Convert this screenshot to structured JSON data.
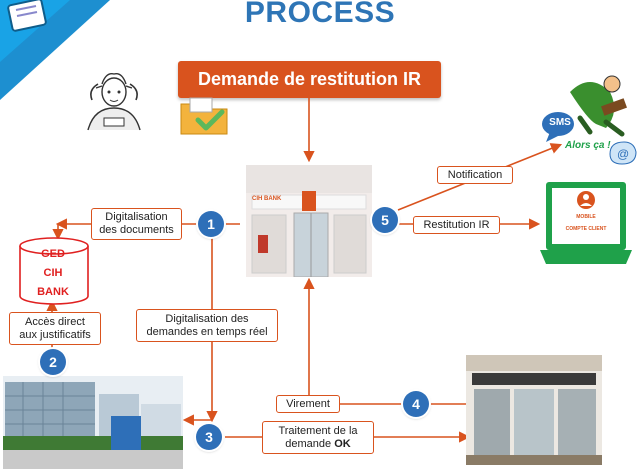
{
  "title": "PROCESS",
  "banner": "Demande de restitution IR",
  "steps": [
    "1",
    "2",
    "3",
    "4",
    "5"
  ],
  "labels": {
    "digitalisation_docs": [
      "Digitalisation",
      "des documents"
    ],
    "acces_direct": [
      "Accès direct",
      "aux justificatifs"
    ],
    "digitalisation_demandes": [
      "Digitalisation des",
      "demandes en temps réel"
    ],
    "virement": "Virement",
    "traitement": [
      "Traitement de la",
      "demande "
    ],
    "traitement_ok": "OK",
    "notification": "Notification",
    "restitution": "Restitution IR"
  },
  "ged": [
    "GED",
    "CIH",
    "BANK"
  ],
  "bank_sign": "CIH BANK",
  "sms": "SMS",
  "alors_ca": "Alors ça !",
  "laptop": [
    "MOBILE",
    "COMPTE CLIENT"
  ],
  "colors": {
    "accent": "#d9531e",
    "step_circle": "#2e6fb8",
    "title": "#2e75b6",
    "laptop": "#1fa14a"
  }
}
